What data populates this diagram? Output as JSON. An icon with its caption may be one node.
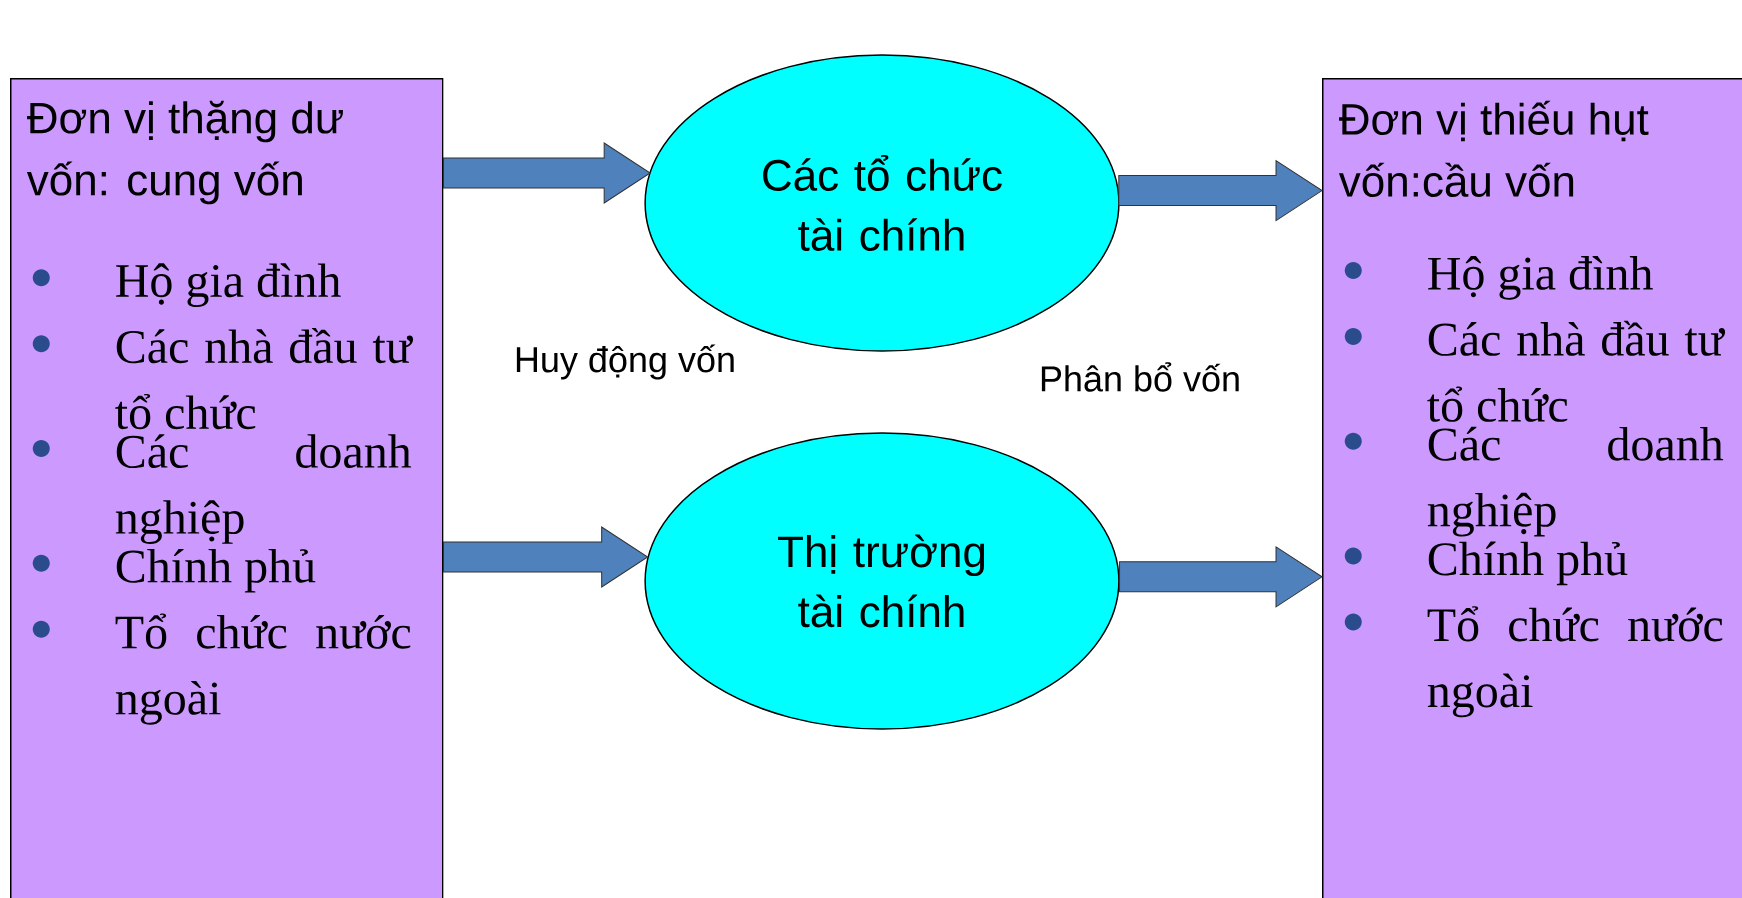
{
  "diagram": {
    "nodes": [
      {
        "text": [
          "Đơn vị thặng dư vốn: cung vốn",
          "Hộ gia đình",
          "Các nhà đầu tư tổ chức",
          "Các doanh nghiệp",
          "Chính phủ",
          "Tổ chức nước ngoài"
        ]
      },
      {
        "text": [
          "Các tổ chức tài chính"
        ]
      },
      {
        "text": [
          "Thị trường tài chính"
        ]
      },
      {
        "text": [
          "Đơn vị thiếu hụt vốn:cầu vốn",
          "Hộ gia đình",
          "Các nhà đầu tư tổ chức",
          "Các doanh nghiệp",
          "Chính phủ",
          "Tổ chức nước ngoài"
        ]
      }
    ],
    "edges": [
      {
        "from": 0,
        "to": 1,
        "arrow": "to"
      },
      {
        "from": 0,
        "to": 2,
        "arrow": "to"
      },
      {
        "from": 1,
        "to": 3,
        "arrow": "to"
      },
      {
        "from": 2,
        "to": 3,
        "arrow": "to"
      }
    ],
    "labels": [
      "Huy động vốn",
      "Phân bổ vốn"
    ]
  }
}
